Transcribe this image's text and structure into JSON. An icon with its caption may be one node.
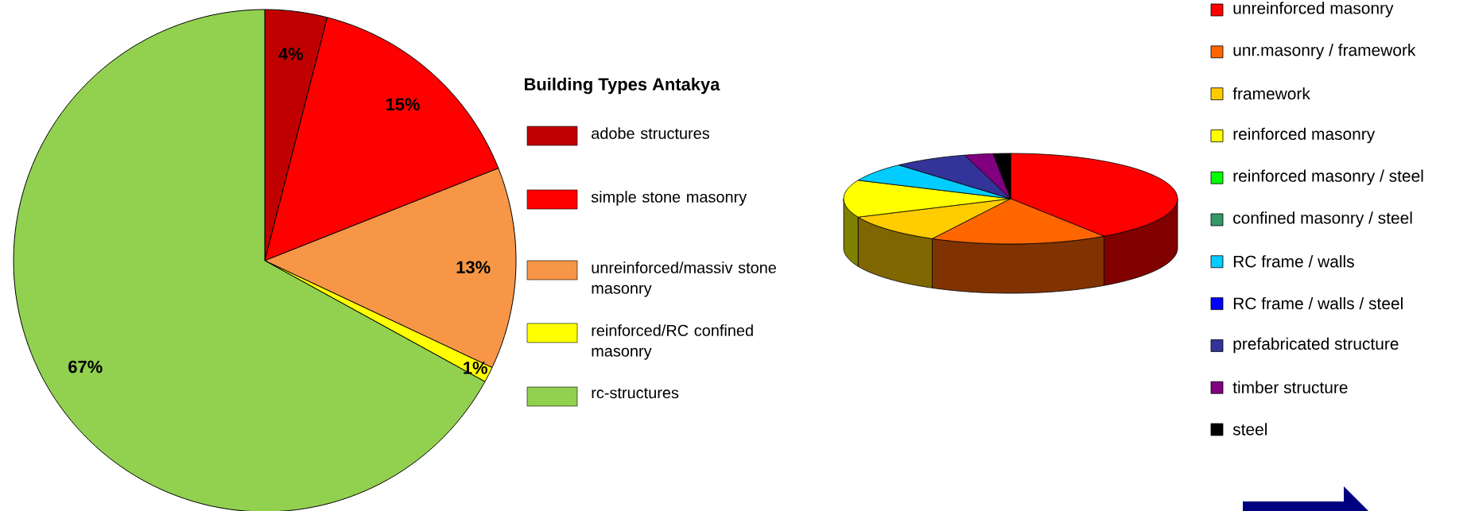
{
  "diagram": {
    "chart_data": {
      "type": "pie",
      "title": "Building Types Antakya",
      "categories": [
        "adobe structures",
        "simple stone masonry",
        "unreinforced/massiv stone masonry",
        "reinforced/RC confined masonry",
        "rc-structures"
      ],
      "series": [
        {
          "values": [
            4,
            15,
            13,
            1,
            67
          ],
          "colors": [
            "#c00000",
            "#ff0000",
            "#f79646",
            "#ffff00",
            "#92d050"
          ]
        }
      ],
      "value_labels": [
        "4%",
        "15%",
        "13%",
        "1%",
        "67%"
      ],
      "legend": "right"
    },
    "legend": [
      {
        "text": "unreinforced masonry",
        "color": "#ff0000"
      },
      {
        "text": "unr.masonry / framework",
        "color": "#ff6600"
      },
      {
        "text": "framework",
        "color": "#ffcc00"
      },
      {
        "text": "reinforced masonry",
        "color": "#ffff00"
      },
      {
        "text": "reinforced masonry / steel",
        "color": "#00ff00"
      },
      {
        "text": "confined masonry / steel",
        "color": "#339966"
      },
      {
        "text": "RC frame / walls",
        "color": "#00ccff"
      },
      {
        "text": "RC frame / walls / steel",
        "color": "#0000ff"
      },
      {
        "text": "prefabricated structure",
        "color": "#333399"
      },
      {
        "text": "timber structure",
        "color": "#800080"
      },
      {
        "text": "steel",
        "color": "#000000"
      }
    ]
  }
}
